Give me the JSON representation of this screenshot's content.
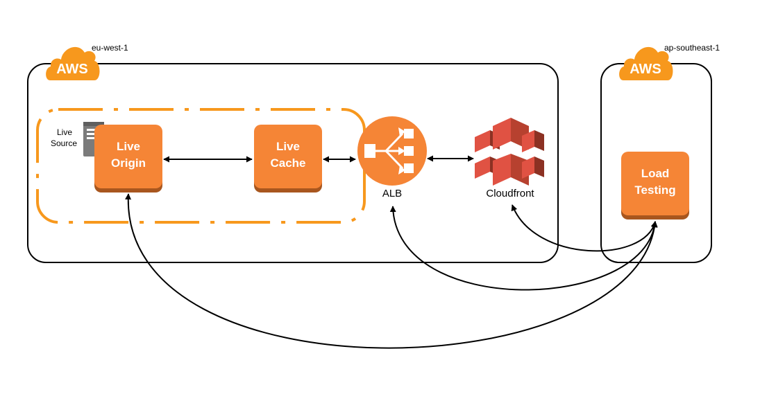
{
  "regions": {
    "eu": {
      "label": "eu-west-1",
      "logo": "AWS"
    },
    "ap": {
      "label": "ap-southeast-1",
      "logo": "AWS"
    }
  },
  "nodes": {
    "live_origin": {
      "line1": "Live",
      "line2": "Origin"
    },
    "live_cache": {
      "line1": "Live",
      "line2": "Cache"
    },
    "load_testing": {
      "line1": "Load",
      "line2": "Testing"
    }
  },
  "live_source": {
    "line1": "Live",
    "line2": "Source",
    "icon": "server-icon"
  },
  "alb": {
    "label": "ALB",
    "icon": "load-balancer-icon"
  },
  "cloudfront": {
    "label": "Cloudfront",
    "icon": "cloudfront-icon"
  },
  "colors": {
    "aws_orange": "#F7981D",
    "node_orange": "#F58536",
    "node_shadow": "#A8561E",
    "cloudfront_red": "#E05243",
    "server_gray": "#7B7B7B"
  }
}
